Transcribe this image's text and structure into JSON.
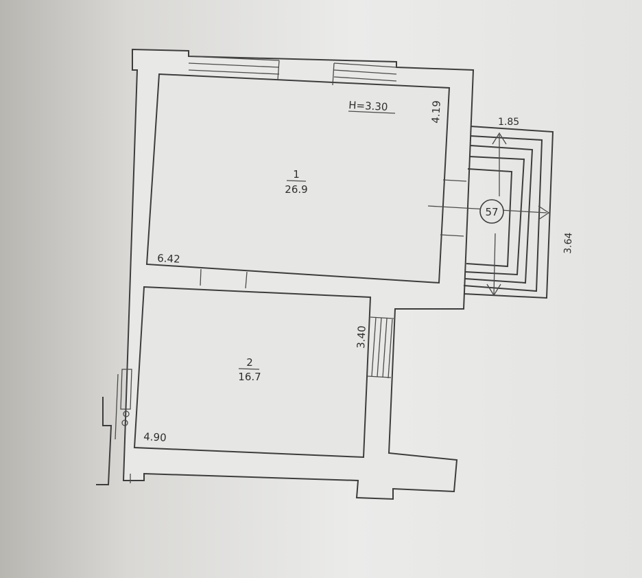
{
  "plan": {
    "ceiling_height": "H=3.30",
    "rooms": [
      {
        "number": "1",
        "area": "26.9",
        "length": "6.42",
        "width": "4.19"
      },
      {
        "number": "2",
        "area": "16.7",
        "length": "4.90",
        "width": "3.40"
      }
    ],
    "stair": {
      "number": "57",
      "length": "3.64",
      "width": "1.85"
    }
  }
}
